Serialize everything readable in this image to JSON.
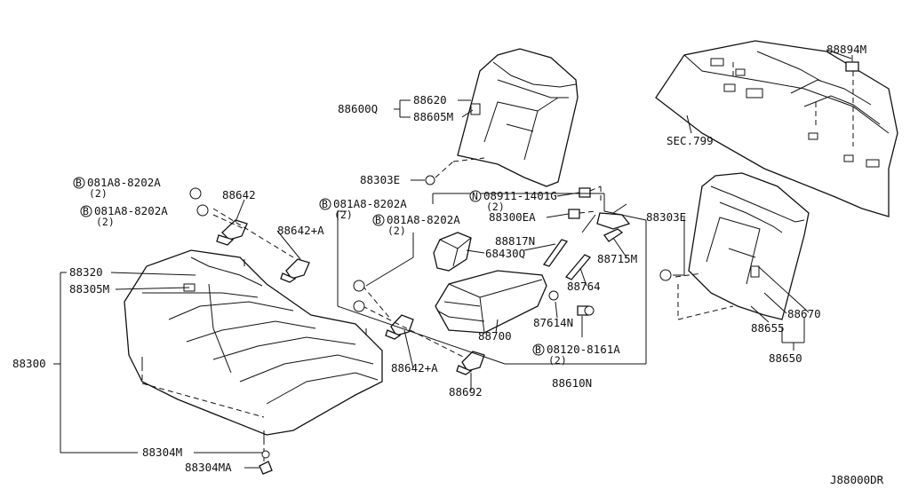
{
  "diagram_code": "J88000DR",
  "labels": {
    "p88894M": "88894M",
    "sec799": "SEC.799",
    "p88600Q": "88600Q",
    "p88620": "88620",
    "p88605M": "88605M",
    "p88303E_top": "88303E",
    "p88303E_right": "88303E",
    "bolt1": "081A8-8202A",
    "bolt1_qty": "(2)",
    "bolt2": "081A8-8202A",
    "bolt2_qty": "(2)",
    "bolt3": "081A8-8202A",
    "bolt3_qty": "(2)",
    "bolt4": "081A8-8202A",
    "bolt4_qty": "(2)",
    "nut1": "08911-1401G",
    "nut1_qty": "(2)",
    "bolt5": "08120-8161A",
    "bolt5_qty": "(2)",
    "p88642": "88642",
    "p88642A_left": "88642+A",
    "p88642A_mid": "88642+A",
    "p88300EA": "88300EA",
    "p88817N": "88817N",
    "p68430Q": "68430Q",
    "p88715M": "88715M",
    "p88764": "88764",
    "p87614N": "87614N",
    "p88700": "88700",
    "p88610N": "88610N",
    "p88692": "88692",
    "p88320": "88320",
    "p88305M": "88305M",
    "p88300": "88300",
    "p88304M": "88304M",
    "p88304MA": "88304MA",
    "p88670": "88670",
    "p88655": "88655",
    "p88650": "88650"
  },
  "circle_letters": {
    "bolt": "B",
    "nut": "N"
  }
}
